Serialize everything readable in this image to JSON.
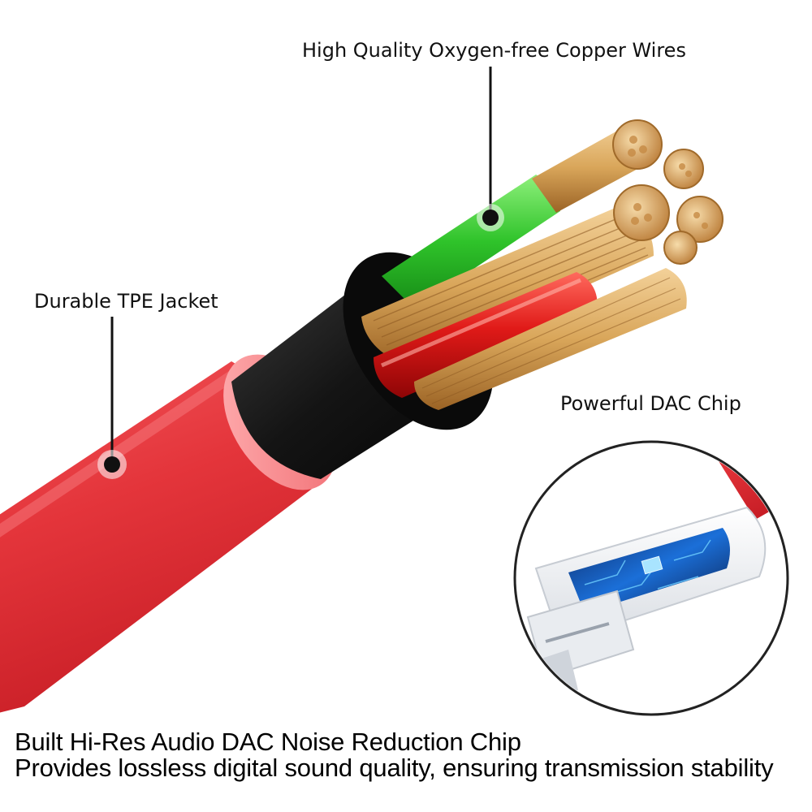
{
  "callouts": {
    "copper_wires": "High Quality Oxygen-free Copper Wires",
    "tpe_jacket": "Durable TPE Jacket",
    "dac_chip": "Powerful DAC Chip"
  },
  "caption": {
    "line1": "Built Hi-Res Audio DAC Noise Reduction Chip",
    "line2": "Provides lossless digital sound quality, ensuring transmission stability"
  },
  "colors": {
    "jacket_red": "#e8343a",
    "inner_black": "#141414",
    "copper": "#d9a65a",
    "wire_green": "#2fc32a",
    "wire_red": "#d10f12",
    "chip_blue": "#1b6fd8"
  }
}
